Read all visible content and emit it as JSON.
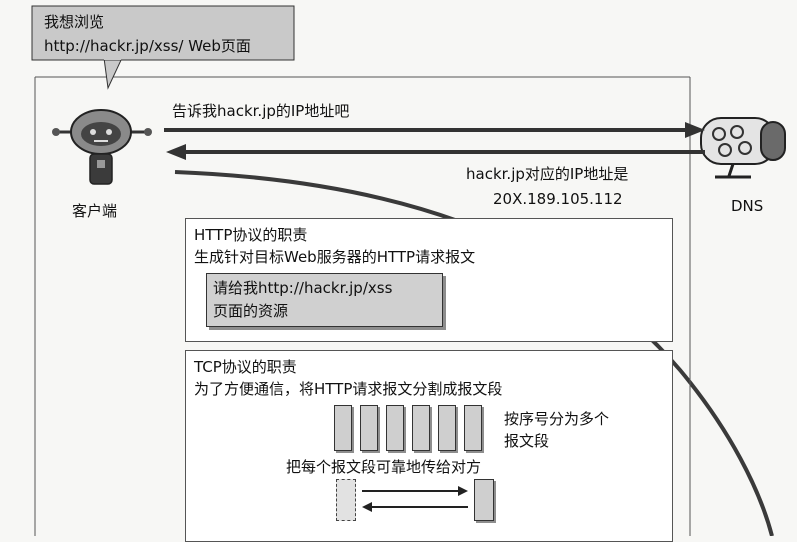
{
  "bubble": {
    "line1": "我想浏览",
    "line2": "http://hackr.jp/xss/ Web页面"
  },
  "client": {
    "label": "客户端"
  },
  "dns": {
    "label": "DNS"
  },
  "request": {
    "text": "告诉我hackr.jp的IP地址吧"
  },
  "response": {
    "line1": "hackr.jp对应的IP地址是",
    "line2": "20X.189.105.112"
  },
  "http": {
    "title": "HTTP协议的职责",
    "desc": "生成针对目标Web服务器的HTTP请求报文",
    "request_line1": "请给我http://hackr.jp/xss",
    "request_line2": "页面的资源"
  },
  "tcp": {
    "title": "TCP协议的职责",
    "desc": "为了方便通信，将HTTP请求报文分割成报文段",
    "seq_line1": "按序号分为多个",
    "seq_line2": "报文段",
    "transfer": "把每个报文段可靠地传给对方"
  }
}
